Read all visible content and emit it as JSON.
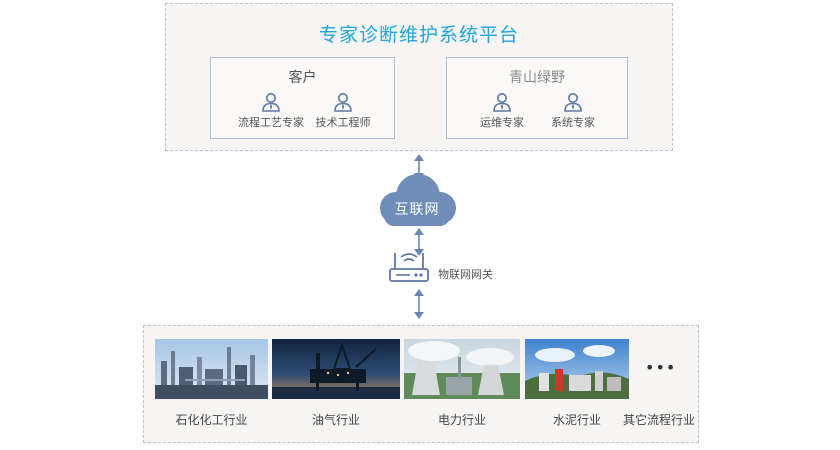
{
  "platform": {
    "title": "专家诊断维护系统平台",
    "groups": [
      {
        "title": "客户",
        "members": [
          {
            "label": "流程工艺专家",
            "icon": "user-icon"
          },
          {
            "label": "技术工程师",
            "icon": "user-icon"
          }
        ]
      },
      {
        "title": "青山绿野",
        "members": [
          {
            "label": "运维专家",
            "icon": "user-icon"
          },
          {
            "label": "系统专家",
            "icon": "user-icon"
          }
        ]
      }
    ]
  },
  "network": {
    "cloud_label": "互联网",
    "gateway_label": "物联网网关"
  },
  "industries": {
    "items": [
      {
        "label": "石化化工行业",
        "image": "petrochemical-plant-photo"
      },
      {
        "label": "油气行业",
        "image": "offshore-oil-platform-photo"
      },
      {
        "label": "电力行业",
        "image": "power-plant-photo"
      },
      {
        "label": "水泥行业",
        "image": "cement-plant-photo"
      }
    ],
    "more_symbol": "•••",
    "more_label": "其它流程行业"
  },
  "colors": {
    "title_blue": "#20a4dc",
    "icon_blue": "#5c78a6",
    "arrow_blue": "#6b86b4",
    "cloud_blue": "#6f8db8",
    "border": "#b8c2d4"
  }
}
